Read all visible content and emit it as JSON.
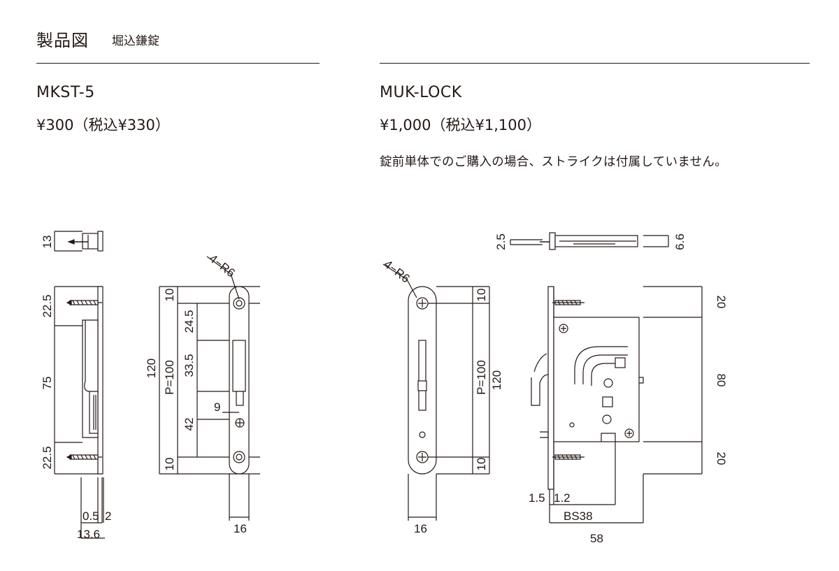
{
  "header": {
    "title": "製品図",
    "subtitle": "堀込鎌錠"
  },
  "products": [
    {
      "model": "MKST-5",
      "price": "¥300（税込¥330）",
      "note": ""
    },
    {
      "model": "MUK-LOCK",
      "price": "¥1,000（税込¥1,100）",
      "note": "錠前単体でのご購入の場合、ストライクは付属していません。"
    }
  ],
  "drawings": {
    "mkst5": {
      "side_top_height": "13",
      "side_dims": [
        "22.5",
        "75",
        "22.5"
      ],
      "bottom_dims": [
        "0.5",
        "2",
        "13.6"
      ],
      "front_total": "120",
      "front_pitch": "P=100",
      "front_segments": [
        "10",
        "24.5",
        "33.5",
        "42",
        "10"
      ],
      "front_offset": "9",
      "front_radius": "4−R6",
      "front_width": "16"
    },
    "muklock": {
      "plate_radius": "4−R6",
      "plate_segments": [
        "10",
        "10"
      ],
      "plate_pitch": "P=100",
      "plate_total": "120",
      "plate_width": "16",
      "top_left_dim": "2.5",
      "top_right_dim": "6.6",
      "body_dims": [
        "20",
        "80",
        "20"
      ],
      "bottom_dims": [
        "1.5",
        "1.2",
        "BS38",
        "58"
      ]
    }
  }
}
